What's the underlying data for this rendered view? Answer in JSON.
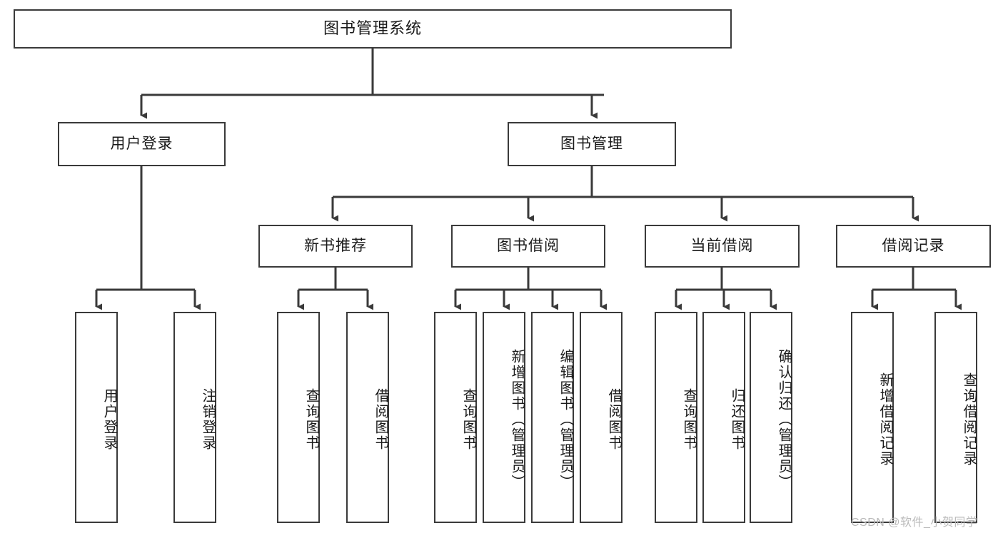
{
  "diagram": {
    "type": "tree",
    "title": "图书管理系统",
    "orientation": "top-down",
    "colors": {
      "box_border": "#3a3a3a",
      "box_fill": "#ffffff",
      "connector": "#3a3a3a",
      "text": "#1a1a1a",
      "watermark": "#b9b9b9",
      "background": "#ffffff"
    }
  },
  "root": {
    "label": "图书管理系统"
  },
  "level2": [
    {
      "label": "用户登录"
    },
    {
      "label": "图书管理"
    }
  ],
  "level3": [
    {
      "label": "新书推荐"
    },
    {
      "label": "图书借阅"
    },
    {
      "label": "当前借阅"
    },
    {
      "label": "借阅记录"
    }
  ],
  "leaves": {
    "user_login": [
      {
        "label": "用户登录"
      },
      {
        "label": "注销登录"
      }
    ],
    "new_book_recommend": [
      {
        "label": "查询图书"
      },
      {
        "label": "借阅图书"
      }
    ],
    "book_borrow": [
      {
        "label": "查询图书"
      },
      {
        "label": "新增图书（管理员）"
      },
      {
        "label": "编辑图书（管理员）"
      },
      {
        "label": "借阅图书"
      }
    ],
    "current_borrow": [
      {
        "label": "查询图书"
      },
      {
        "label": "归还图书"
      },
      {
        "label": "确认归还（管理员）"
      }
    ],
    "borrow_record": [
      {
        "label": "新增借阅记录"
      },
      {
        "label": "查询借阅记录"
      }
    ]
  },
  "watermark": {
    "text": "CSDN @软件_小贺同学"
  }
}
